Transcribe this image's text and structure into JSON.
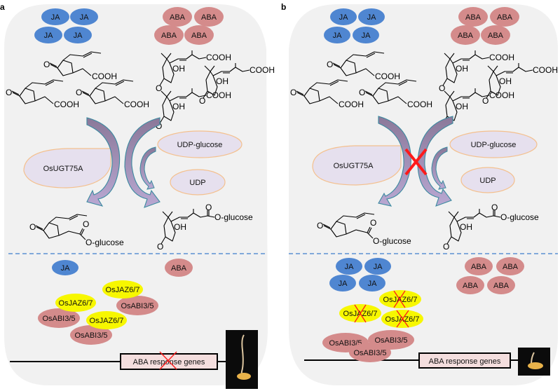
{
  "figure": {
    "panels": [
      {
        "letter": "a",
        "upper": {
          "ja_tokens": [
            "JA",
            "JA",
            "JA",
            "JA"
          ],
          "aba_tokens": [
            "ABA",
            "ABA",
            "ABA",
            "ABA"
          ],
          "ja_molecule_label": "COOH",
          "aba_molecule_label_acid": "COOH",
          "aba_molecule_label_oh": "OH",
          "enzyme": "OsUGT75A",
          "cofactor_in": "UDP-glucose",
          "cofactor_out": "UDP",
          "ja_product_label": "O-glucose",
          "aba_product_label": "O-glucose",
          "aba_product_oh": "OH",
          "blocked": false
        },
        "lower": {
          "ja_tokens": [
            "JA"
          ],
          "aba_tokens": [
            "ABA"
          ],
          "jaz_label": "OsJAZ6/7",
          "abi_label": "OsABI3/5",
          "jaz_count": 3,
          "abi_count": 3,
          "jaz_degraded": false,
          "gene_box": "ABA response genes",
          "gene_blocked": true,
          "seedling": "elongated"
        }
      },
      {
        "letter": "b",
        "upper": {
          "ja_tokens": [
            "JA",
            "JA",
            "JA",
            "JA"
          ],
          "aba_tokens": [
            "ABA",
            "ABA",
            "ABA",
            "ABA"
          ],
          "ja_molecule_label": "COOH",
          "aba_molecule_label_acid": "COOH",
          "aba_molecule_label_oh": "OH",
          "enzyme": "OsUGT75A",
          "cofactor_in": "UDP-glucose",
          "cofactor_out": "UDP",
          "ja_product_label": "O-glucose",
          "aba_product_label": "O-glucose",
          "aba_product_oh": "OH",
          "blocked": true
        },
        "lower": {
          "ja_tokens": [
            "JA",
            "JA",
            "JA",
            "JA"
          ],
          "aba_tokens": [
            "ABA",
            "ABA",
            "ABA",
            "ABA"
          ],
          "jaz_label": "OsJAZ6/7",
          "abi_label": "OsABI3/5",
          "jaz_count": 3,
          "abi_count": 3,
          "jaz_degraded": true,
          "gene_box": "ABA response genes",
          "gene_blocked": false,
          "seedling": "short"
        }
      }
    ],
    "colors": {
      "panel_bg": "#f1f1f1",
      "ja": "#4f86d1",
      "aba": "#d48b8b",
      "jaz": "#f7f700",
      "enzyme_fill": "#e6e0ee",
      "enzyme_stroke": "#f4c08e",
      "arrow_fill_top": "#8c7aa0",
      "arrow_fill_bottom": "#b4a4cc",
      "arrow_stroke": "#3b8aa0",
      "cross": "#ff1a1a",
      "divider": "#5b8fd3",
      "gene_box_fill": "#f4dede"
    }
  }
}
